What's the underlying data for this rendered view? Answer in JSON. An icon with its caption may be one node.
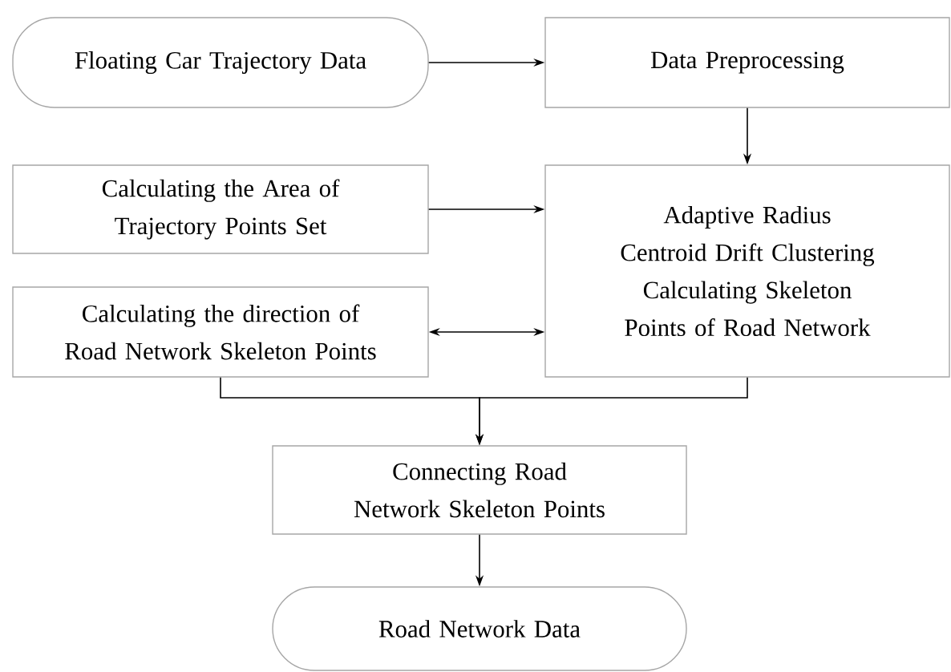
{
  "diagram": {
    "nodes": [
      {
        "text": [
          "Floating Car Trajectory Data"
        ]
      },
      {
        "text": [
          "Data Preprocessing"
        ]
      },
      {
        "text": [
          "Calculating the Area of Trajectory Points Set"
        ]
      },
      {
        "text": [
          "Adaptive Radius Centroid Drift Clustering",
          "Calculating Skeleton Points of Road Network"
        ]
      },
      {
        "text": [
          "Calculating the direction of Road Network Skeleton Points"
        ]
      },
      {
        "text": [
          "Connecting Road Network Skeleton Points"
        ]
      },
      {
        "text": [
          "Road Network Data"
        ]
      }
    ],
    "edges": [
      {
        "from": 0,
        "to": 1,
        "arrow": "to"
      },
      {
        "from": 1,
        "to": 3,
        "arrow": "to"
      },
      {
        "from": 2,
        "to": 3,
        "arrow": "to"
      },
      {
        "from": 4,
        "to": 3,
        "arrow": "both"
      },
      {
        "from": 4,
        "to": 5,
        "arrow": "to"
      },
      {
        "from": 3,
        "to": 5,
        "arrow": "to"
      },
      {
        "from": 5,
        "to": 6,
        "arrow": "to"
      }
    ]
  }
}
